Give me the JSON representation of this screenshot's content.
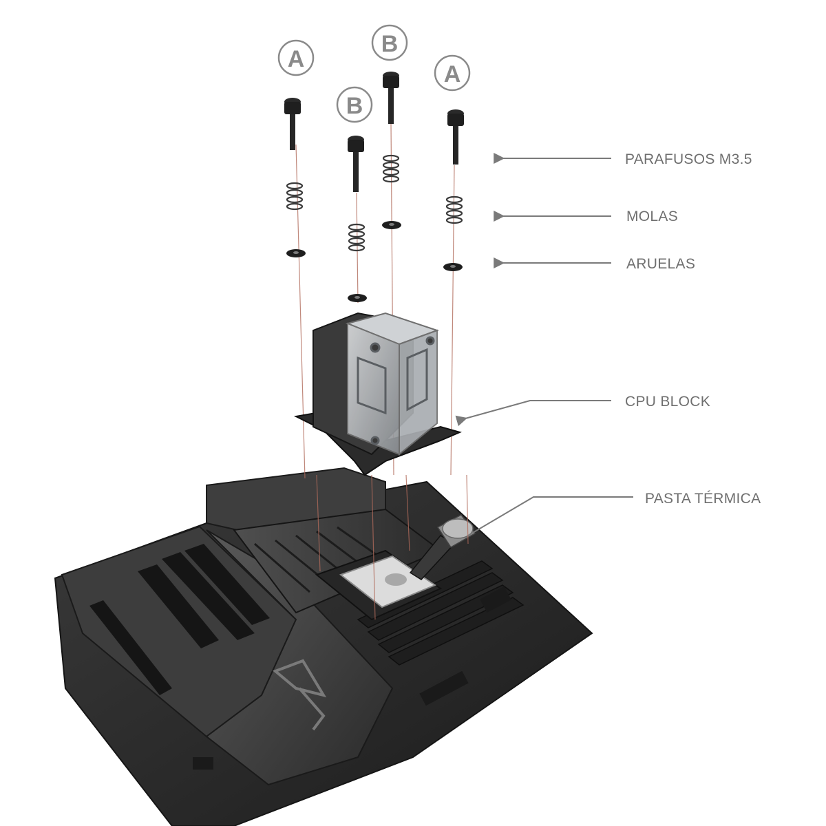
{
  "badges": [
    {
      "letter": "A"
    },
    {
      "letter": "B"
    },
    {
      "letter": "B"
    },
    {
      "letter": "A"
    }
  ],
  "labels": {
    "screws": "PARAFUSOS M3.5",
    "springs": "MOLAS",
    "washers": "ARUELAS",
    "cpu_block": "CPU BLOCK",
    "thermal_paste": "PASTA TÉRMICA"
  },
  "colors": {
    "label": "#6f6f6f",
    "arrow": "#7a7a7a",
    "guide_line": "#b06a5a",
    "board": "#2e2e2e",
    "heatsink": "#4a4a4a"
  }
}
